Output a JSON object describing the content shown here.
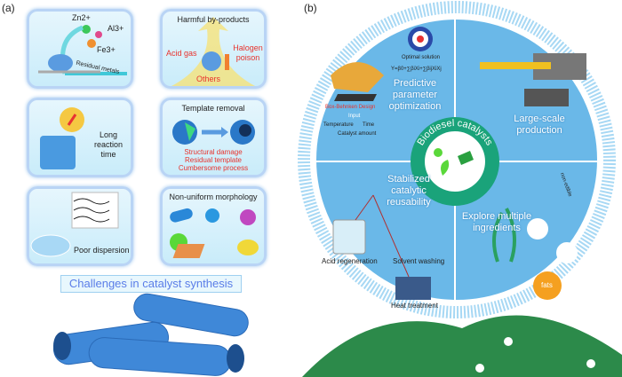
{
  "panel_a": {
    "label": "(a)",
    "residual_metals": {
      "ions": [
        "Zn2+",
        "Al3+",
        "Fe3+"
      ],
      "caption": "Residual metals"
    },
    "harmful": {
      "title": "Harmful by-products",
      "items": [
        "Acid gas",
        "Halogen poison",
        "Others"
      ]
    },
    "long_time": {
      "caption": "Long reaction time"
    },
    "template": {
      "title": "Template removal",
      "items": [
        "Structural damage",
        "Residual template",
        "Cumbersome process"
      ]
    },
    "dispersion": {
      "caption": "Poor dispersion"
    },
    "morphology": {
      "title": "Non-uniform morphology"
    },
    "banner": "Challenges in catalyst synthesis"
  },
  "panel_b": {
    "label": "(b)",
    "center": "Biodiesel catalysts",
    "quadrants": {
      "predictive": "Predictive parameter optimization",
      "large_scale": "Large-scale production",
      "reusability": "Stabilized catalytic reusability",
      "ingredients": "Explore multiple ingredients"
    },
    "optimal_solution": "Optimal solution",
    "equation": "Y=β0+∑βiXi+∑βijXiXj",
    "bbd": "Box-Behnken Design",
    "inputs": [
      "Input",
      "Temperature",
      "Time",
      "Catalyst amount"
    ],
    "regeneration": [
      "Acid regeneration",
      "Solvent washing",
      "Heat treatment"
    ],
    "fats": "fats",
    "non_edible": "non-edible",
    "colors": {
      "ring": "#8fcdf0",
      "disk": "#5fb4e6",
      "center_ring": "#1aa37a",
      "accent_red": "#e8322c"
    }
  }
}
